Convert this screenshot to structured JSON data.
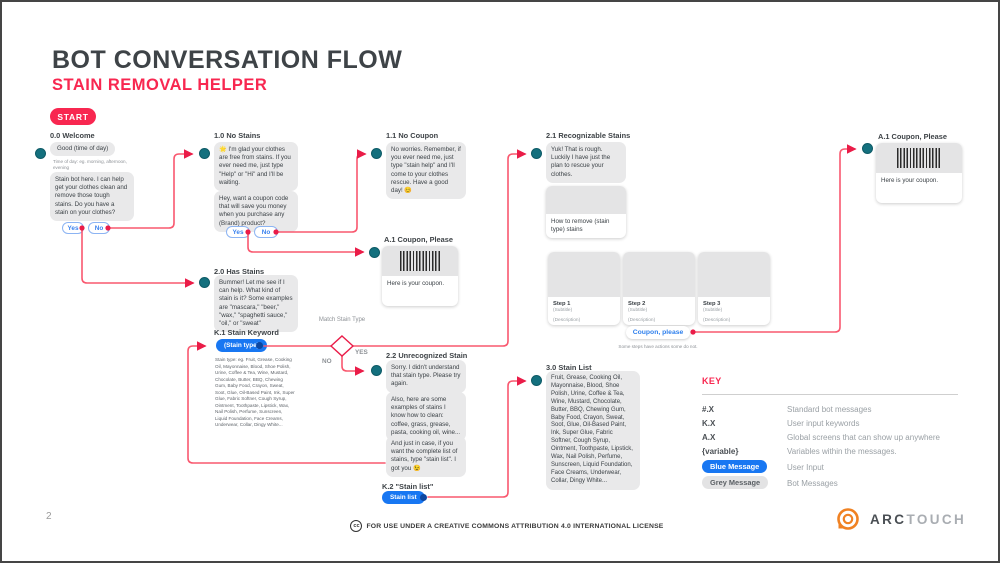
{
  "slide": {
    "title": "BOT CONVERSATION FLOW",
    "subtitle": "STAIN REMOVAL HELPER",
    "start_label": "START",
    "page_number": "2",
    "cc_icon_text": "cc",
    "license_text": "FOR USE UNDER A CREATIVE COMMONS ATTRIBUTION 4.0 INTERNATIONAL LICENSE",
    "logo_arc": "ARC",
    "logo_touch": "TOUCH"
  },
  "colors": {
    "accent_red": "#F82750",
    "connector_red": "#F9586F",
    "teal_dot": "#14707E",
    "user_blue": "#1877F2",
    "bot_bubble_grey": "#E9E9EA"
  },
  "decision": {
    "label": "Match Stain Type",
    "yes": "YES",
    "no": "NO"
  },
  "nodes": {
    "welcome": {
      "heading": "0.0 Welcome",
      "variable_bubble": "Good (time of day)",
      "variable_note": "Time of day: eg. morning, afternoon, evening",
      "message": "Stain bot here. I can help get your clothes clean and remove those tough stains. Do you have a stain on your clothes?",
      "yes_label": "Yes",
      "no_label": "No"
    },
    "no_stains": {
      "heading": "1.0 No Stains",
      "message1": "🌟 I'm glad your clothes are free from stains. If you ever need me, just type \"Help\" or \"Hi\" and I'll be waiting.",
      "message2": "Hey, want a coupon code that will save you money when you purchase any (Brand) product?",
      "yes_label": "Yes",
      "no_label": "No"
    },
    "no_coupon": {
      "heading": "1.1 No Coupon",
      "message": "No worries. Remember, if you ever need me, just type \"stain help\" and I'll come to your clothes rescue. Have a good day! 😊"
    },
    "coupon_mid": {
      "heading": "A.1 Coupon, Please",
      "caption": "Here is your coupon."
    },
    "coupon_right": {
      "heading": "A.1 Coupon, Please",
      "caption": "Here is your coupon."
    },
    "has_stains": {
      "heading": "2.0 Has Stains",
      "message": "Bummer! Let me see if I can help. What kind of stain is it? Some examples are \"mascara,\" \"beer,\" \"wax,\" \"spaghetti sauce,\" \"oil,\" or \"sweat\""
    },
    "stain_keyword": {
      "heading": "K.1 Stain Keyword",
      "pill": "(Stain type)",
      "note": "Stain type: eg. Fruit, Grease, Cooking Oil, Mayonnaise, Blood, Shoe Polish, Urine, Coffee & Tea, Wine, Mustard, Chocolate, Butter, BBQ, Chewing Gum, Baby Food, Crayon, Sweat, Soot, Glue, Oil-Based Paint, Ink, Super Glue, Fabric Softner, Cough Syrup, Ointment, Toothpaste, Lipstick, Wax, Nail Polish, Perfume, Sunscreen, Liquid Foundation, Face Creams, Underwear, Collar, Dingy White..."
    },
    "recognizable": {
      "heading": "2.1 Recognizable Stains",
      "message": "Yuk! That is rough. Luckily I have just the plan to rescue your clothes.",
      "card_caption": "How to remove (stain type) stains",
      "steps": [
        {
          "title": "Step 1",
          "subtitle": "(Subtitle)",
          "description": "(Description)"
        },
        {
          "title": "Step 2",
          "subtitle": "(Subtitle)",
          "description": "(Description)"
        },
        {
          "title": "Step 3",
          "subtitle": "(Subtitle)",
          "description": "(Description)"
        }
      ],
      "action_label": "Coupon, please",
      "footnote": "Some steps have actions some do not."
    },
    "unrecognized": {
      "heading": "2.2 Unrecognized Stain",
      "message1": "Sorry. I didn't understand that stain type. Please try again.",
      "message2": "Also, here are some examples of stains I know how to clean: coffee, grass, grease, pasta, cooking oil, wine...",
      "message3": "And just in case, if you want the complete list of stains, type \"stain list\". I got you 😉"
    },
    "stain_list_kw": {
      "heading": "K.2 \"Stain list\"",
      "pill": "Stain list"
    },
    "stain_list": {
      "heading": "3.0 Stain List",
      "message": "Fruit, Grease, Cooking Oil, Mayonnaise, Blood, Shoe Polish, Urine, Coffee & Tea, Wine, Mustard, Chocolate, Butter, BBQ, Chewing Gum, Baby Food, Crayon, Sweat, Soot, Glue, Oil-Based Paint, Ink, Super Glue, Fabric Softner, Cough Syrup, Ointment, Toothpaste, Lipstick, Wax, Nail Polish, Perfume, Sunscreen, Liquid Foundation, Face Creams, Underwear, Collar, Dingy White..."
    }
  },
  "key": {
    "title": "KEY",
    "rows": [
      {
        "code": "#.X",
        "desc": "Standard bot messages"
      },
      {
        "code": "K.X",
        "desc": "User input keywords"
      },
      {
        "code": "A.X",
        "desc": "Global screens that can show up anywhere"
      },
      {
        "code": "{variable}",
        "desc": "Variables within the messages."
      },
      {
        "code": "Blue Message",
        "desc": "User Input"
      },
      {
        "code": "Grey Message",
        "desc": "Bot Messages"
      }
    ]
  }
}
